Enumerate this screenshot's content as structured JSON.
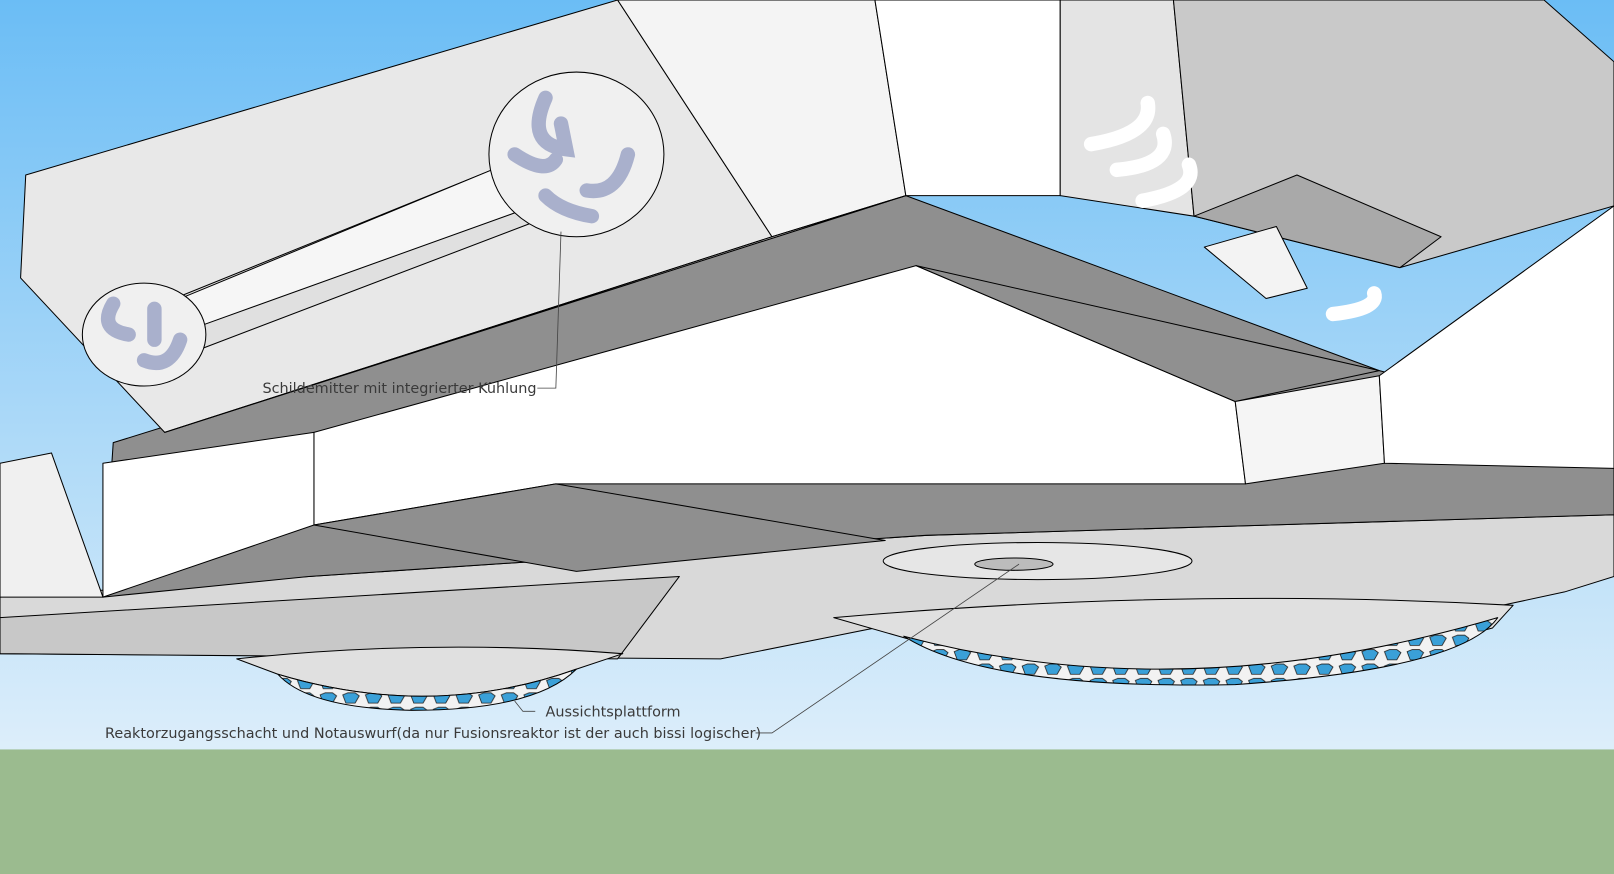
{
  "colors": {
    "sky_top": "#6bbdf5",
    "sky_horizon": "#ddeefa",
    "ground": "#9bbb8f",
    "hull_light": "#ffffff",
    "hull_mid": "#d4d4d4",
    "hull_shadow": "#8f8f8f",
    "pipes": "#a9b0cc",
    "hex_glass": "#3aa0d8"
  },
  "annotations": {
    "shield_emitter": "Schildemitter mit integrierter Kühlung",
    "observation_platform": "Aussichtsplattform",
    "reactor_shaft": "Reaktorzugangsschacht und Notauswurf(da nur Fusionsreaktor ist der auch bissi logischer)"
  }
}
